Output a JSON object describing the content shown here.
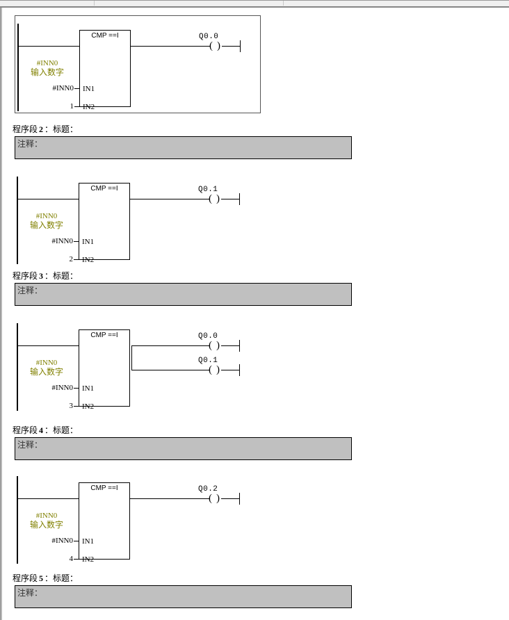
{
  "app": {
    "title": "LAD Program Editor",
    "language": "zh-CN"
  },
  "toolbar": {
    "present": true
  },
  "labels": {
    "segment_prefix": "程序段",
    "segment_suffix": "：标题：",
    "comment_label": "注释：",
    "block_title": "CMP ==I",
    "pin_in1": "IN1",
    "pin_in2": "IN2",
    "symbol_name": "#INN0",
    "symbol_comment": "输入数字",
    "coil_open": "(",
    "coil_close": ")"
  },
  "colors": {
    "symbolic_text": "#808000",
    "comment_bg": "#c0c0c0",
    "line": "#000000",
    "toolbar_bg": "#f0f0f0",
    "frame": "#b8b8b8"
  },
  "networks": [
    {
      "id": "network-1",
      "selected": true,
      "block": "CMP ==I",
      "in1_operand": "#INN0",
      "in1_symbol": "#INN0",
      "in1_symbol_comment": "输入数字",
      "in2_operand": "1",
      "coils": [
        "Q0.0"
      ]
    },
    {
      "id": "network-2",
      "selected": false,
      "block": "CMP ==I",
      "in1_operand": "#INN0",
      "in1_symbol": "#INN0",
      "in1_symbol_comment": "输入数字",
      "in2_operand": "2",
      "coils": [
        "Q0.1"
      ]
    },
    {
      "id": "network-3",
      "selected": false,
      "block": "CMP ==I",
      "in1_operand": "#INN0",
      "in1_symbol": "#INN0",
      "in1_symbol_comment": "输入数字",
      "in2_operand": "3",
      "coils": [
        "Q0.0",
        "Q0.1"
      ]
    },
    {
      "id": "network-4",
      "selected": false,
      "block": "CMP ==I",
      "in1_operand": "#INN0",
      "in1_symbol": "#INN0",
      "in1_symbol_comment": "输入数字",
      "in2_operand": "4",
      "coils": [
        "Q0.2"
      ]
    }
  ],
  "segments": [
    {
      "id": "segment-2",
      "number": "2",
      "title_label": "：标题：",
      "comment": "注释："
    },
    {
      "id": "segment-3",
      "number": "3",
      "title_label": "：标题：",
      "comment": "注释："
    },
    {
      "id": "segment-4",
      "number": "4",
      "title_label": "：标题：",
      "comment": "注释："
    },
    {
      "id": "segment-5",
      "number": "5",
      "title_label": "：标题：",
      "comment": "注释："
    }
  ]
}
